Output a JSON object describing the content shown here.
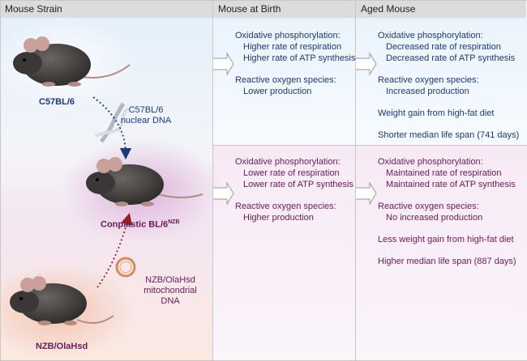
{
  "headers": {
    "col1": "Mouse Strain",
    "col2": "Mouse at Birth",
    "col3": "Aged Mouse"
  },
  "strains": {
    "c57": "C57BL/6",
    "conplastic": "Conplastic BL/6",
    "conplastic_sup": "NZB",
    "nzb": "NZB/OlaHsd"
  },
  "dna": {
    "nuclear_l1": "C57BL/6",
    "nuclear_l2": "nuclear DNA",
    "mito_l1": "NZB/OlaHsd",
    "mito_l2": "mitochondrial",
    "mito_l3": "DNA"
  },
  "birth_top": {
    "oxphos": "Oxidative phosphorylation:",
    "l1": "Higher rate of respiration",
    "l2": "Higher rate of ATP synthesis",
    "ros": "Reactive oxygen species:",
    "l3": "Lower production"
  },
  "aged_top": {
    "oxphos": "Oxidative phosphorylation:",
    "l1": "Decreased rate of respiration",
    "l2": "Decreased rate of ATP synthesis",
    "ros": "Reactive oxygen species:",
    "l3": "Increased production",
    "weight": "Weight gain from high-fat diet",
    "life": "Shorter median life span (741 days)"
  },
  "birth_bottom": {
    "oxphos": "Oxidative phosphorylation:",
    "l1": "Lower rate of respiration",
    "l2": "Lower rate of ATP synthesis",
    "ros": "Reactive oxygen species:",
    "l3": "Higher production"
  },
  "aged_bottom": {
    "oxphos": "Oxidative phosphorylation:",
    "l1": "Maintained rate of respiration",
    "l2": "Maintained rate of ATP synthesis",
    "ros": "Reactive oxygen species:",
    "l3": "No increased production",
    "weight": "Less weight gain from high-fat diet",
    "life": "Higher median life span (887 days)"
  },
  "colors": {
    "blue_text": "#1a3a78",
    "purple_text": "#6a1a5a",
    "nuclear_arrow": "#1a3a78",
    "mito_arrow": "#a01a2a"
  }
}
